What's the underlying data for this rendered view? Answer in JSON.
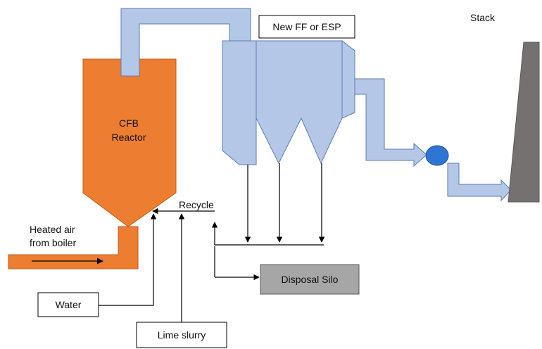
{
  "labels": {
    "stack": "Stack",
    "new_ff_esp": "New FF or ESP",
    "reactor_line1": "CFB",
    "reactor_line2": "Reactor",
    "recycle": "Recycle",
    "heated_air_line1": "Heated air",
    "heated_air_line2": "from boiler",
    "water": "Water",
    "lime_slurry": "Lime slurry",
    "disposal_silo": "Disposal Silo"
  },
  "colors": {
    "reactor": "#ED7D31",
    "reactor_outline": "#C55A11",
    "duct": "#B4C7E7",
    "duct_outline": "#5B7BB5",
    "fan": "#2E75D6",
    "stack": "#767171",
    "silo": "#A6A6A6",
    "line": "#000000"
  }
}
